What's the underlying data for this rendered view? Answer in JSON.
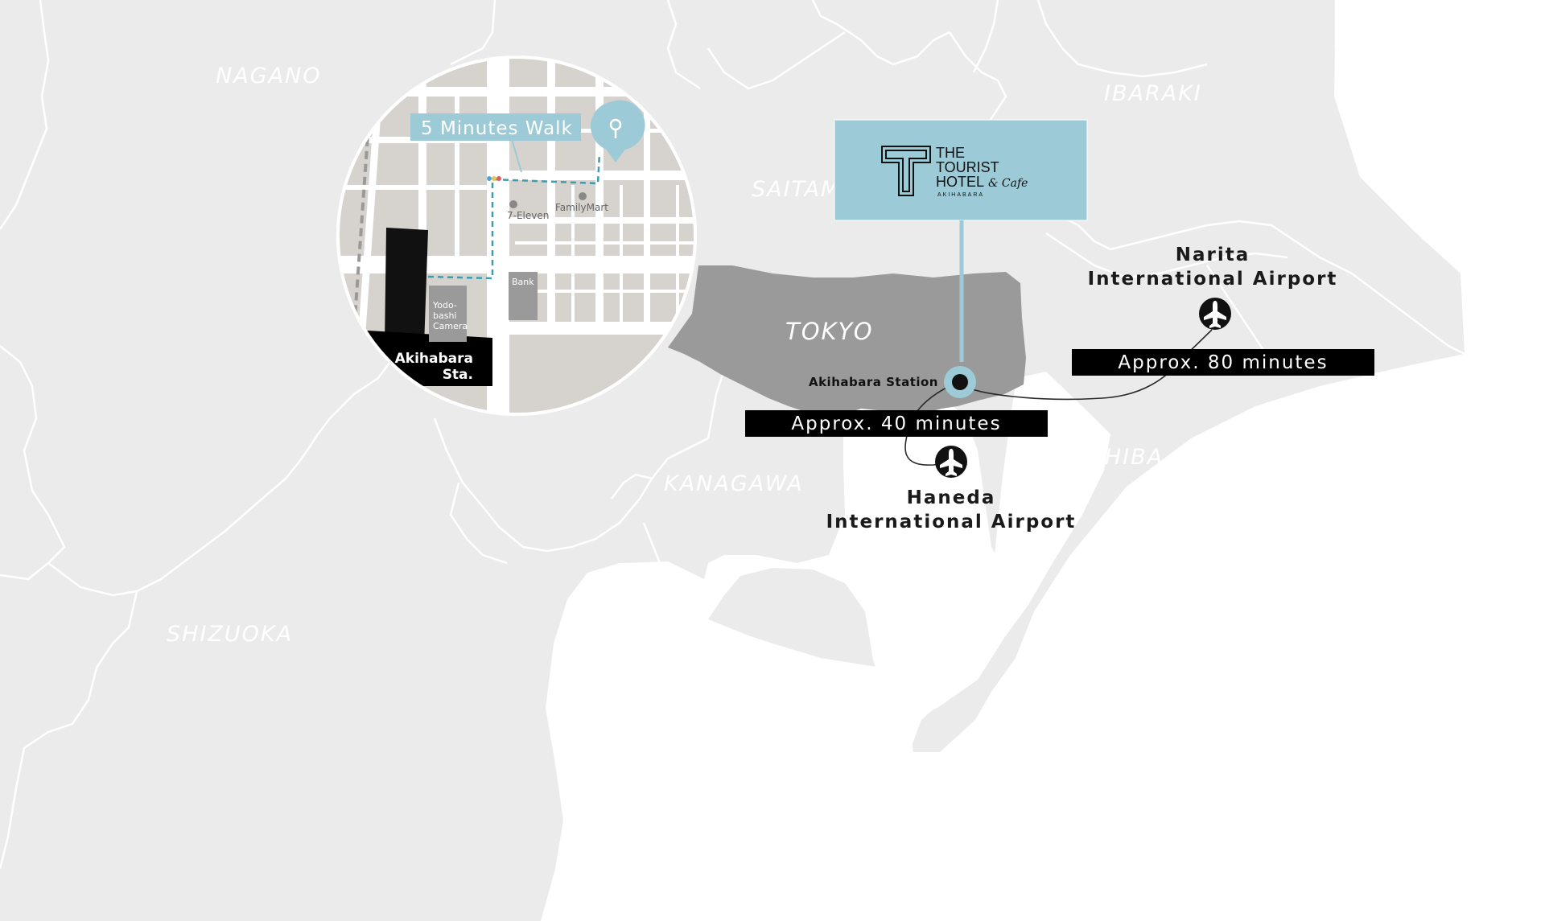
{
  "regions": {
    "nagano": "NAGANO",
    "ibaraki": "IBARAKI",
    "saitama": "SAITAMA",
    "tokyo": "TOKYO",
    "kanagawa": "KANAGAWA",
    "chiba": "CHIBA",
    "shizuoka": "SHIZUOKA"
  },
  "inset": {
    "walk_label": "5 Minutes Walk",
    "seven_eleven": "7-Eleven",
    "familymart": "FamilyMart",
    "bank": "Bank",
    "yodobashi": [
      "Yodo-",
      "bashi",
      "Camera"
    ],
    "station": [
      "Akihabara",
      "Sta."
    ]
  },
  "logo": {
    "line1": "THE",
    "line2": "TOURIST",
    "line3": "HOTEL",
    "script": "& Cafe",
    "sub": "AKIHABARA"
  },
  "station": {
    "name": "Akihabara Station"
  },
  "routes": {
    "haneda_time": "Approx. 40 minutes",
    "narita_time": "Approx. 80 minutes"
  },
  "airports": {
    "narita": [
      "Narita",
      "International Airport"
    ],
    "haneda": [
      "Haneda",
      "International Airport"
    ]
  },
  "colors": {
    "land": "#ebebeb",
    "tokyo": "#999999",
    "accent": "#9ccad6",
    "route_dash": "#3a9db0",
    "label_bg": "#000000"
  },
  "icons": {
    "airport": "airplane-icon",
    "pin": "map-pin-icon",
    "station": "station-marker-icon"
  }
}
